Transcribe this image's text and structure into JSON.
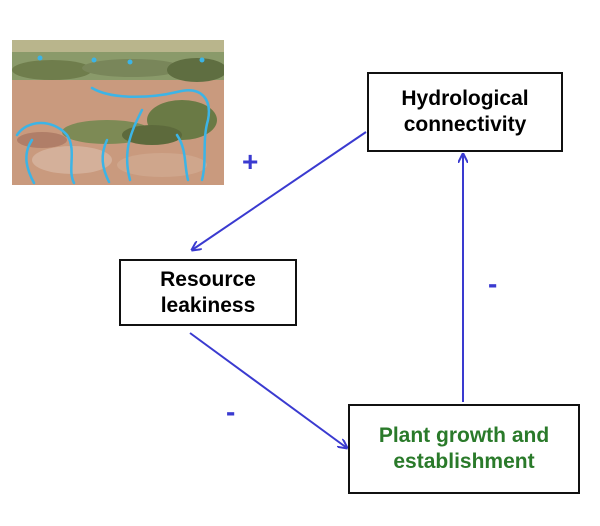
{
  "nodes": {
    "hydro": {
      "line1": "Hydrological",
      "line2": "connectivity"
    },
    "leak": {
      "line1": "Resource",
      "line2": "leakiness"
    },
    "plant": {
      "line1": "Plant growth and",
      "line2": "establishment"
    }
  },
  "signs": {
    "hydro_to_leak": "+",
    "plant_to_hydro": "-",
    "leak_to_plant": "-"
  },
  "colors": {
    "arrow": "#3a3ad0",
    "plant_text": "#2a7a2a",
    "flow_lines": "#3cb4e6"
  }
}
